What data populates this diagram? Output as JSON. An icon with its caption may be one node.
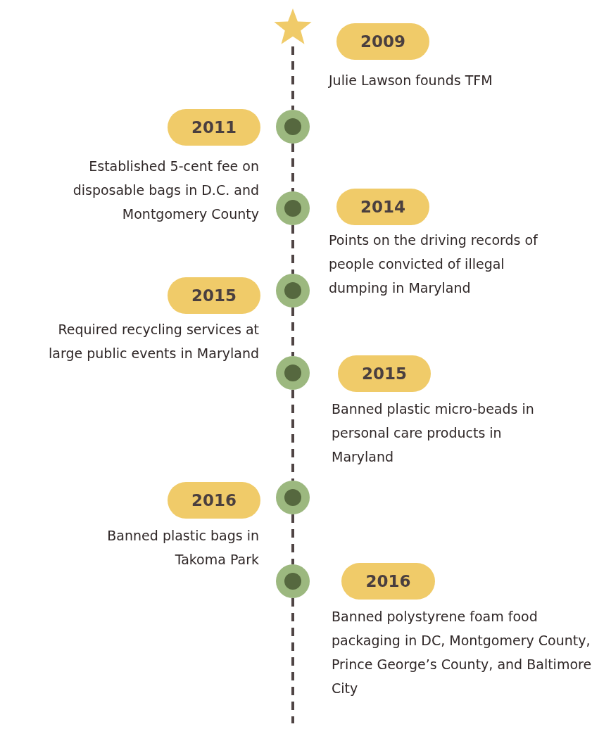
{
  "diagram": {
    "nodes": [
      {
        "text": [],
        "shape": "star"
      },
      {
        "text": [
          "2009"
        ],
        "beside": [
          "Julie Lawson founds TFM"
        ]
      },
      {
        "text": [],
        "shape": "circle"
      },
      {
        "text": [
          "2011"
        ],
        "beside": [
          "Established 5-cent fee on disposable bags in D.C. and Montgomery County"
        ]
      },
      {
        "text": [],
        "shape": "circle"
      },
      {
        "text": [
          "2014"
        ],
        "beside": [
          "Points on the driving records of people convicted of illegal dumping in Maryland"
        ]
      },
      {
        "text": [],
        "shape": "circle"
      },
      {
        "text": [
          "2015"
        ],
        "beside": [
          "Required recycling services at large public events in Maryland"
        ]
      },
      {
        "text": [],
        "shape": "circle"
      },
      {
        "text": [
          "2015"
        ],
        "beside": [
          "Banned plastic micro-beads in personal care products in Maryland"
        ]
      },
      {
        "text": [],
        "shape": "circle"
      },
      {
        "text": [
          "2016"
        ],
        "beside": [
          "Banned plastic bags in Takoma Park"
        ]
      },
      {
        "text": [],
        "shape": "circle"
      },
      {
        "text": [
          "2016"
        ],
        "beside": [
          "Banned polystyrene foam food packaging in DC, Montgomery County, Prince George’s County, and Baltimore City"
        ]
      }
    ],
    "edges": [
      {
        "from": 0,
        "to": 2,
        "arrow": "none",
        "style": "dashed"
      },
      {
        "from": 2,
        "to": 4,
        "arrow": "none",
        "style": "dashed"
      },
      {
        "from": 4,
        "to": 6,
        "arrow": "none",
        "style": "dashed"
      },
      {
        "from": 6,
        "to": 8,
        "arrow": "none",
        "style": "dashed"
      },
      {
        "from": 8,
        "to": 10,
        "arrow": "none",
        "style": "dashed"
      },
      {
        "from": 10,
        "to": 12,
        "arrow": "none",
        "style": "dashed"
      },
      {
        "from": 12,
        "to": null,
        "arrow": "none",
        "style": "dashed"
      }
    ]
  }
}
